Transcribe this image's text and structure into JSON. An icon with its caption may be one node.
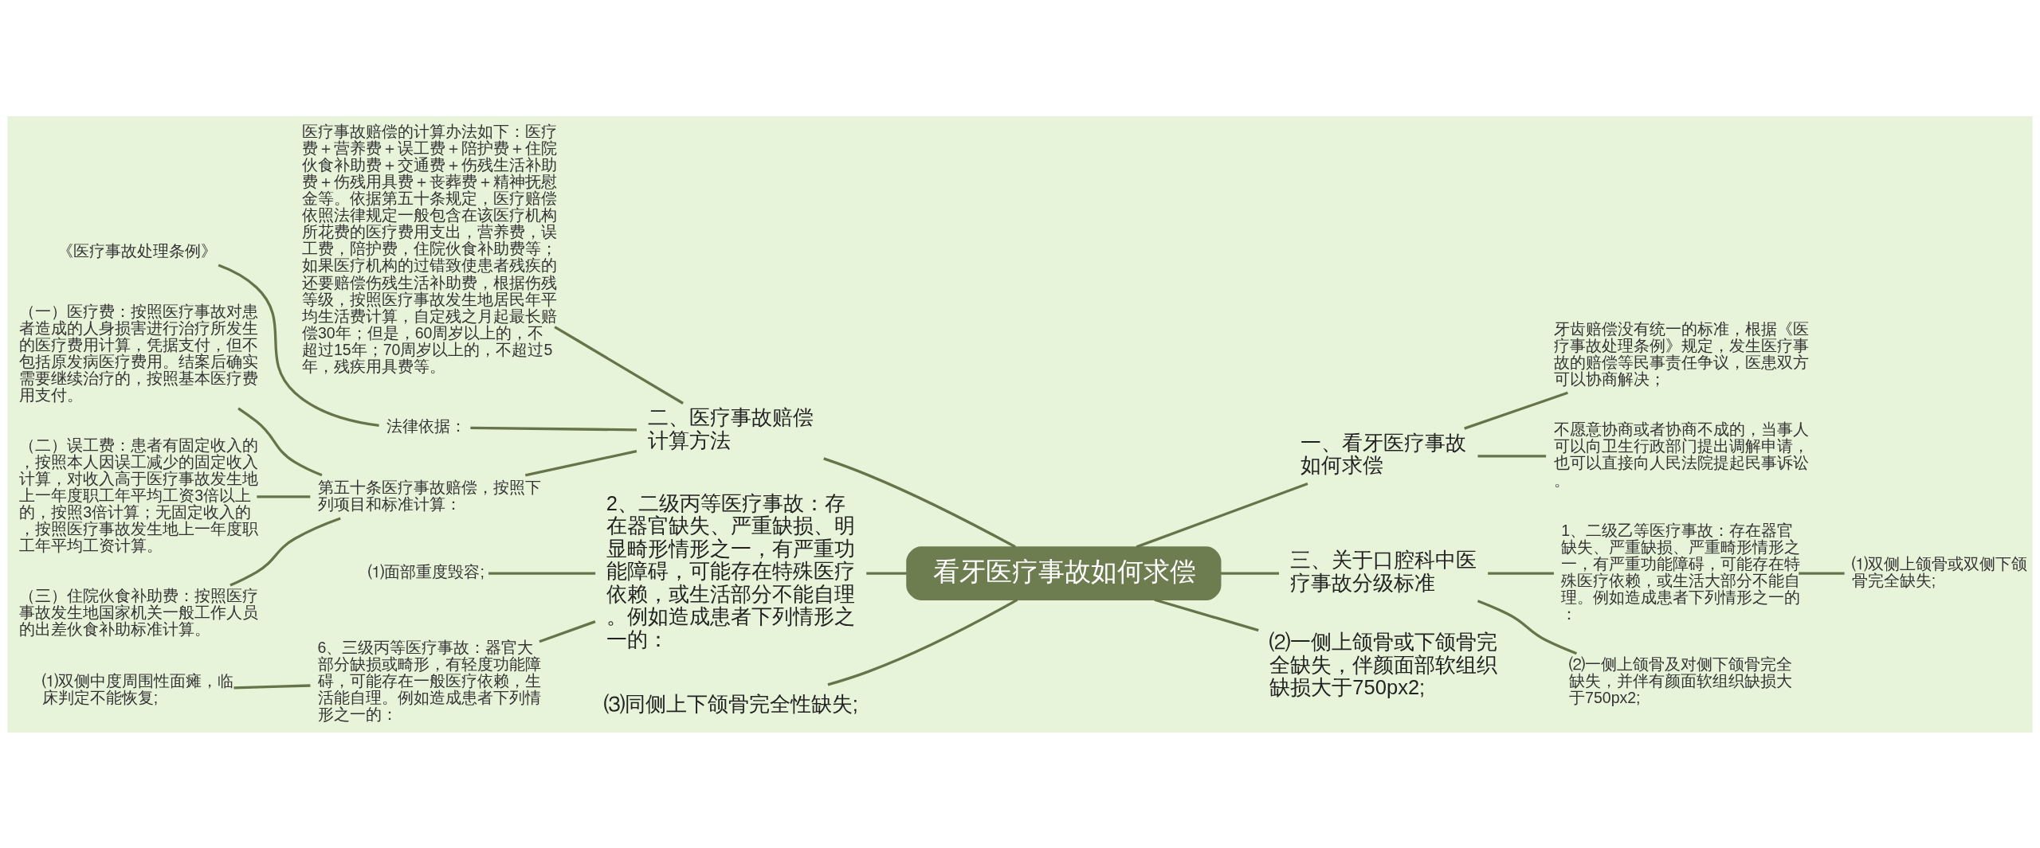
{
  "diagram": {
    "nodes": [
      {
        "text": [
          "看牙医疗事故如何求偿"
        ]
      },
      {
        "text": [
          "二、医疗事故赔偿计算方法"
        ]
      },
      {
        "text": [
          "医疗事故赔偿的计算办法如下：医疗费＋营养费＋误工费＋陪护费＋住院伙食补助费＋交通费＋伤残生活补助费＋伤残用具费＋丧葬费＋精神抚慰金等。依据第五十条规定，医疗赔偿依照法律规定一般包含在该医疗机构所花费的医疗费用支出，营养费，误工费，陪护费，住院伙食补助费等；如果医疗机构的过错致使患者残疾的还要赔偿伤残生活补助费，根据伤残等级，按照医疗事故发生地居民年平均生活费计算，自定残之月起最长赔偿30年；但是，60周岁以上的，不超过15年；70周岁以上的，不超过5年，残疾用具费等。"
        ]
      },
      {
        "text": [
          "法律依据："
        ]
      },
      {
        "text": [
          "《医疗事故处理条例》"
        ]
      },
      {
        "text": [
          "第五十条医疗事故赔偿，按照下列项目和标准计算："
        ]
      },
      {
        "text": [
          "（一）医疗费：按照医疗事故对患者造成的人身损害进行治疗所发生的医疗费用计算，凭据支付，但不包括原发病医疗费用。结案后确实需要继续治疗的，按照基本医疗费用支付。"
        ]
      },
      {
        "text": [
          "（二）误工费：患者有固定收入的，按照本人因误工减少的固定收入计算，对收入高于医疗事故发生地上一年度职工年平均工资3倍以上的，按照3倍计算；无固定收入的，按照医疗事故发生地上一年度职工年平均工资计算。"
        ]
      },
      {
        "text": [
          "（三）住院伙食补助费：按照医疗事故发生地国家机关一般工作人员的出差伙食补助标准计算。"
        ]
      },
      {
        "text": [
          "一、看牙医疗事故如何求偿"
        ]
      },
      {
        "text": [
          "牙齿赔偿没有统一的标准，根据《医疗事故处理条例》规定，发生医疗事故的赔偿等民事责任争议，医患双方可以协商解决；"
        ]
      },
      {
        "text": [
          "不愿意协商或者协商不成的，当事人可以向卫生行政部门提出调解申请，也可以直接向人民法院提起民事诉讼。"
        ]
      },
      {
        "text": [
          "三、关于口腔科中医疗事故分级标准"
        ]
      },
      {
        "text": [
          "1、二级乙等医疗事故：存在器官缺失、严重缺损、严重畸形情形之一，有严重功能障碍，可能存在特殊医疗依赖，或生活大部分不能自理。例如造成患者下列情形之一的："
        ]
      },
      {
        "text": [
          "⑴双侧上颌骨或双侧下颌骨完全缺失;"
        ]
      },
      {
        "text": [
          "⑵一侧上颌骨及对侧下颌骨完全缺失，并伴有颜面软组织缺损大于750px2;"
        ]
      },
      {
        "text": [
          "⑵一侧上颌骨或下颌骨完全缺失，伴颜面部软组织缺损大于750px2;"
        ]
      },
      {
        "text": [
          "2、二级丙等医疗事故：存在器官缺失、严重缺损、明显畸形情形之一，有严重功能障碍，可能存在特殊医疗依赖，或生活部分不能自理。例如造成患者下列情形之一的："
        ]
      },
      {
        "text": [
          "⑴面部重度毁容;"
        ]
      },
      {
        "text": [
          "6、三级丙等医疗事故：器官大部分缺损或畸形，有轻度功能障碍，可能存在一般医疗依赖，生活能自理。例如造成患者下列情形之一的："
        ]
      },
      {
        "text": [
          "⑴双侧中度周围性面瘫，临床判定不能恢复;"
        ]
      },
      {
        "text": [
          "⑶同侧上下颌骨完全性缺失;"
        ]
      }
    ],
    "edges": [
      {
        "from": 1,
        "to": 0,
        "arrow": "none"
      },
      {
        "from": 2,
        "to": 1,
        "arrow": "none"
      },
      {
        "from": 3,
        "to": 1,
        "arrow": "none"
      },
      {
        "from": 4,
        "to": 3,
        "arrow": "none"
      },
      {
        "from": 5,
        "to": 1,
        "arrow": "none"
      },
      {
        "from": 6,
        "to": 5,
        "arrow": "none"
      },
      {
        "from": 7,
        "to": 5,
        "arrow": "none"
      },
      {
        "from": 8,
        "to": 5,
        "arrow": "none"
      },
      {
        "from": 0,
        "to": 9,
        "arrow": "none"
      },
      {
        "from": 9,
        "to": 10,
        "arrow": "none"
      },
      {
        "from": 9,
        "to": 11,
        "arrow": "none"
      },
      {
        "from": 0,
        "to": 12,
        "arrow": "none"
      },
      {
        "from": 12,
        "to": 13,
        "arrow": "none"
      },
      {
        "from": 13,
        "to": 14,
        "arrow": "none"
      },
      {
        "from": 12,
        "to": 15,
        "arrow": "none"
      },
      {
        "from": 0,
        "to": 16,
        "arrow": "none"
      },
      {
        "from": 17,
        "to": 0,
        "arrow": "none"
      },
      {
        "from": 18,
        "to": 17,
        "arrow": "none"
      },
      {
        "from": 19,
        "to": 17,
        "arrow": "none"
      },
      {
        "from": 20,
        "to": 19,
        "arrow": "none"
      },
      {
        "from": 21,
        "to": 0,
        "arrow": "none"
      }
    ]
  }
}
